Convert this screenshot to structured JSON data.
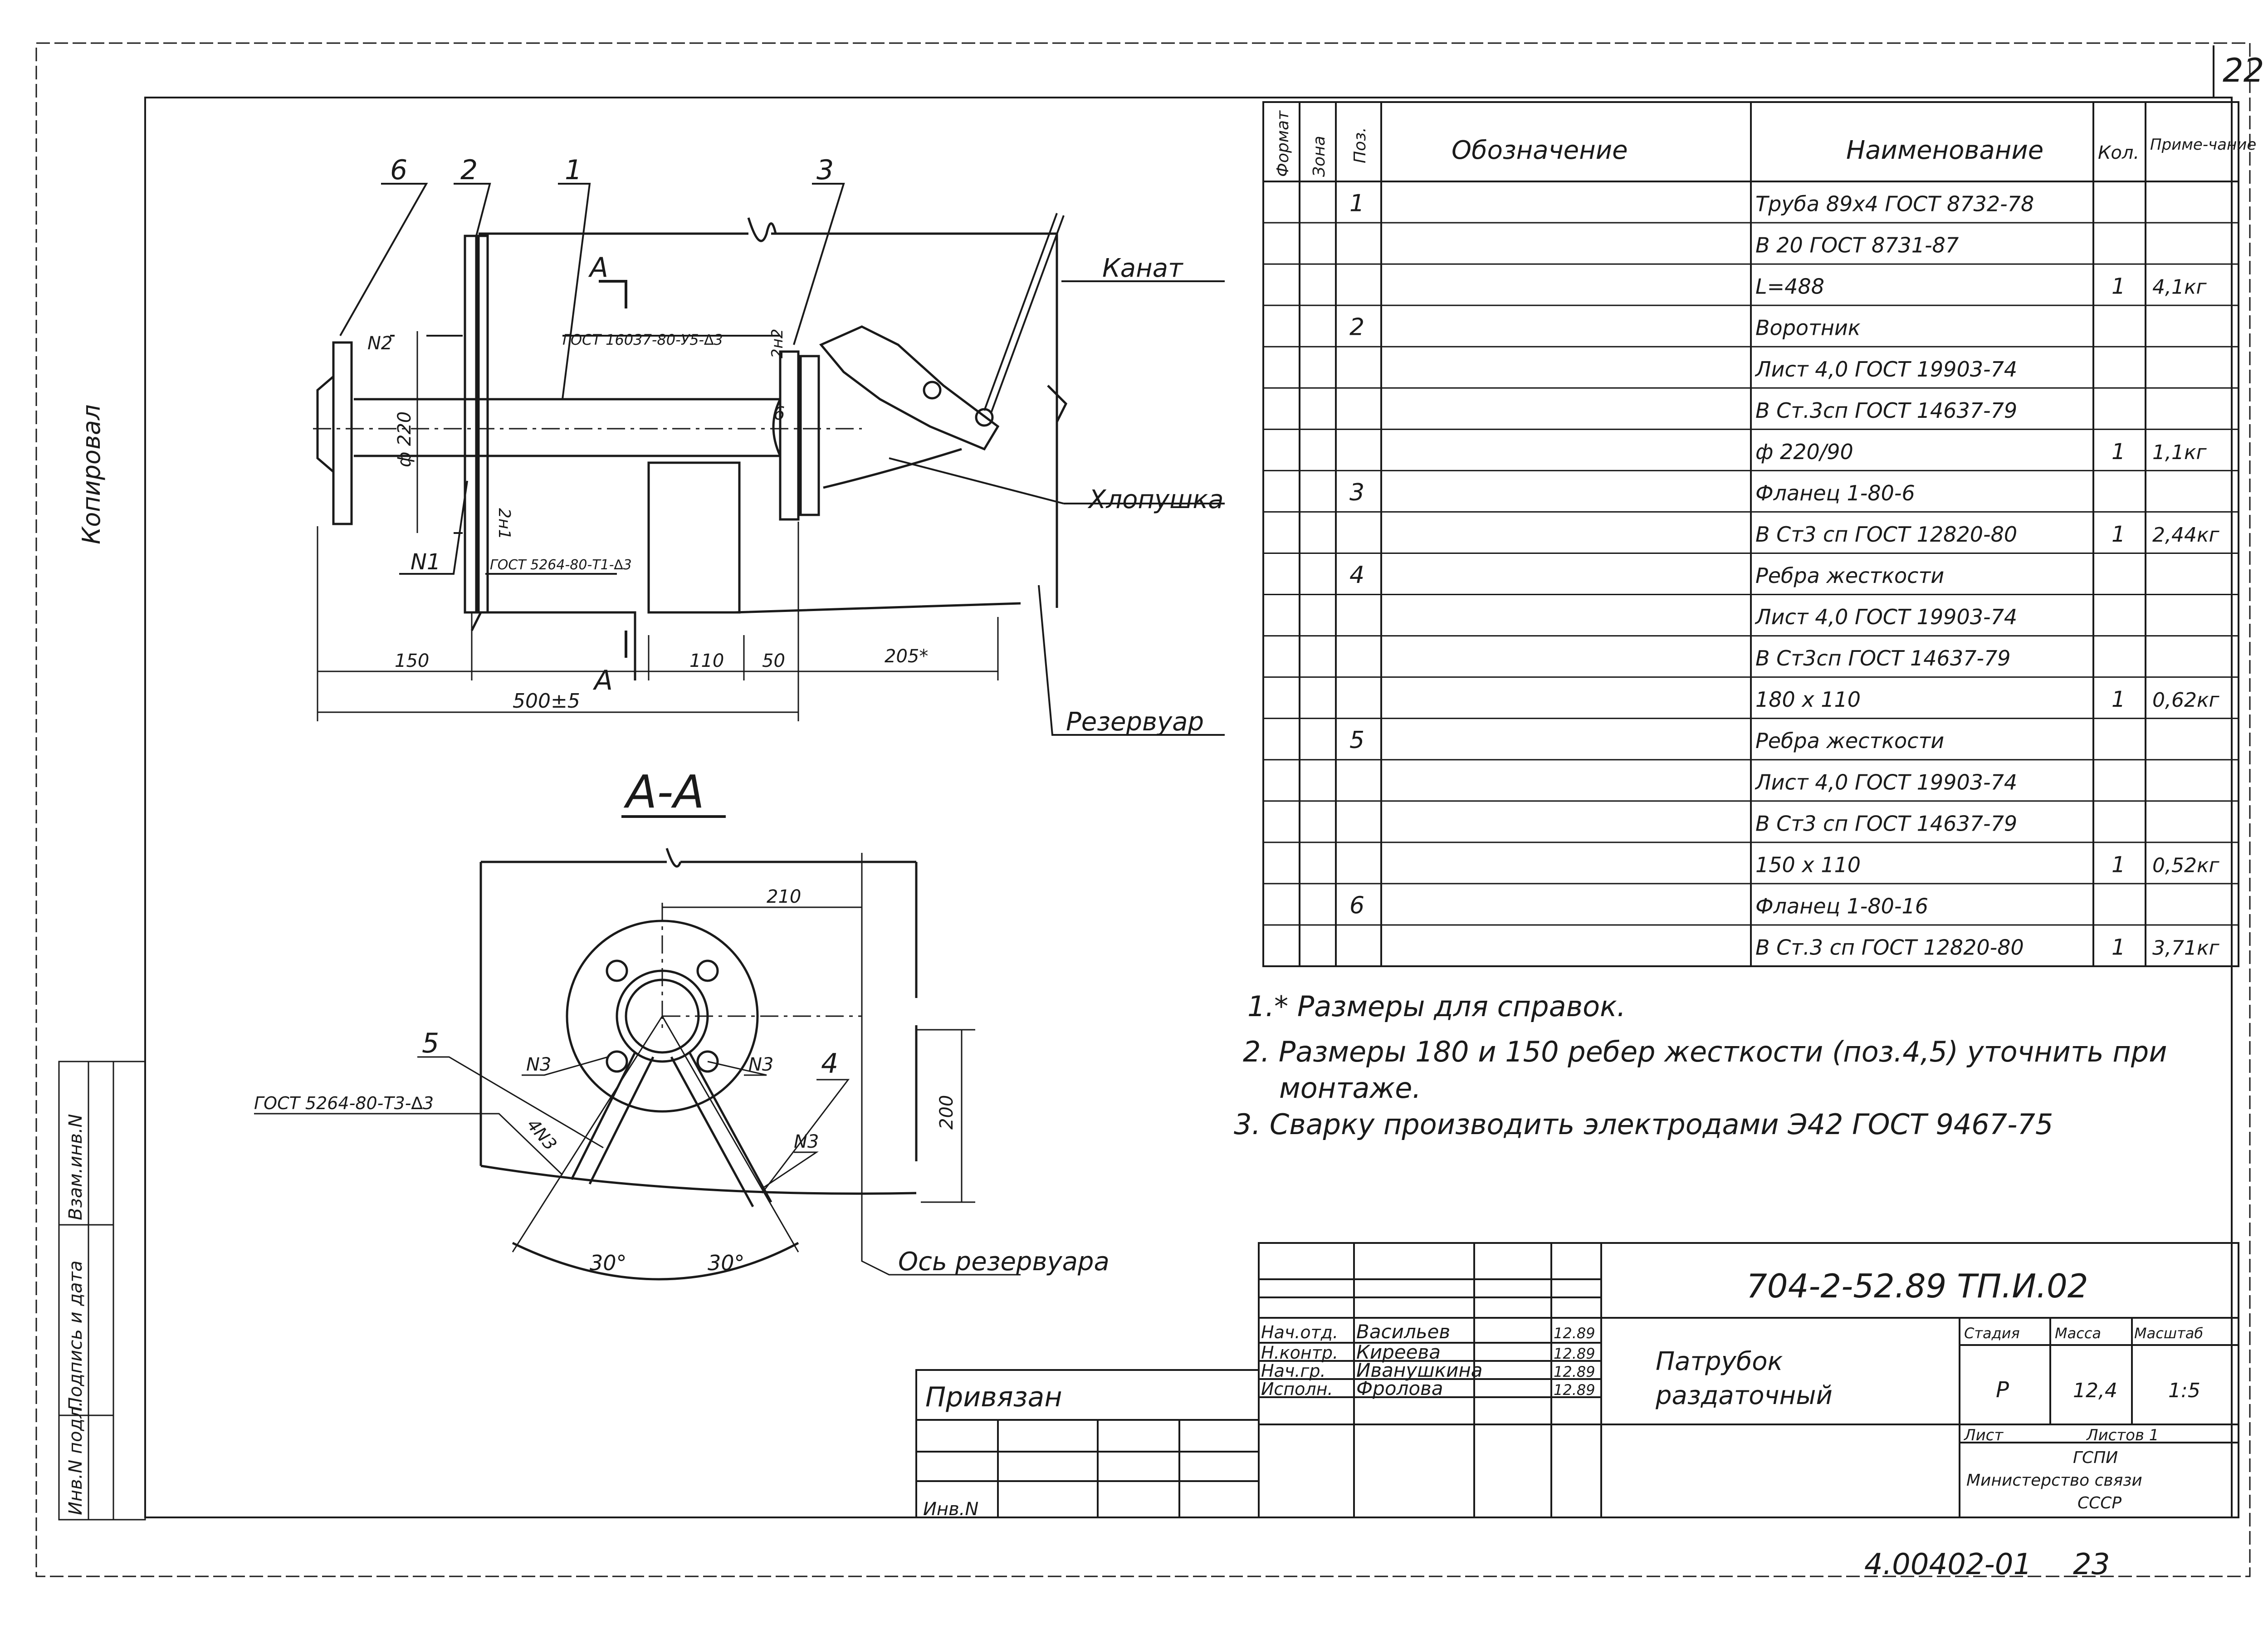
{
  "sheet_number_top": "22",
  "sheet_number_bottom": "23",
  "archive_number": "4.00402-01",
  "side_label_vertical": "Копировал",
  "drawing_labels": {
    "leaders": [
      "6",
      "2",
      "1",
      "3"
    ],
    "section_mark": "А",
    "gost_weld_1": "ГОСТ 16037-80-У5-∆3",
    "weld_2n2": "2н2",
    "weld_n2": "N2",
    "weld_2n1": "2н1",
    "weld_n1": "N1",
    "gost_weld_2": "ГОСТ 5264-80-Т1-∆3",
    "dia": "ф 220",
    "num_6": "6",
    "kanat": "Канат",
    "khlopushka": "Хлопушка",
    "rezervuar": "Резервуар",
    "dim_150": "150",
    "dim_110": "110",
    "dim_50": "50",
    "dim_205": "205*",
    "dim_500": "500±5",
    "section_title": "А-А",
    "dim_210": "210",
    "dim_200": "200",
    "label_5": "5",
    "label_4": "4",
    "n3a": "N3",
    "n3b": "N3",
    "n3c": "N3",
    "n3d": "4N3",
    "gost_weld_3": "ГОСТ 5264-80-Т3-∆3",
    "angle_a": "30°",
    "angle_b": "30°",
    "axis": "Ось резервуара"
  },
  "spec_table": {
    "headers": [
      "Формат",
      "Зона",
      "Поз.",
      "Обозначение",
      "Наименование",
      "Кол.",
      "Приме-чание"
    ],
    "rows": [
      {
        "pos": "1",
        "name": "Труба 89х4 ГОСТ 8732-78",
        "qty": "",
        "note": ""
      },
      {
        "pos": "",
        "name": "В 20 ГОСТ 8731-87",
        "qty": "",
        "note": ""
      },
      {
        "pos": "",
        "name": "L=488",
        "qty": "1",
        "note": "4,1кг"
      },
      {
        "pos": "2",
        "name": "Воротник",
        "qty": "",
        "note": ""
      },
      {
        "pos": "",
        "name": "Лист 4,0 ГОСТ 19903-74",
        "qty": "",
        "note": ""
      },
      {
        "pos": "",
        "name": "В Ст.3сп ГОСТ 14637-79",
        "qty": "",
        "note": ""
      },
      {
        "pos": "",
        "name": "ф 220/90",
        "qty": "1",
        "note": "1,1кг"
      },
      {
        "pos": "3",
        "name": "Фланец 1-80-6",
        "qty": "",
        "note": ""
      },
      {
        "pos": "",
        "name": "В Ст3 сп ГОСТ 12820-80",
        "qty": "1",
        "note": "2,44кг"
      },
      {
        "pos": "4",
        "name": "Ребра жесткости",
        "qty": "",
        "note": ""
      },
      {
        "pos": "",
        "name": "Лист 4,0 ГОСТ 19903-74",
        "qty": "",
        "note": ""
      },
      {
        "pos": "",
        "name": "В Ст3сп ГОСТ 14637-79",
        "qty": "",
        "note": ""
      },
      {
        "pos": "",
        "name": "180 х 110",
        "qty": "1",
        "note": "0,62кг"
      },
      {
        "pos": "5",
        "name": "Ребра жесткости",
        "qty": "",
        "note": ""
      },
      {
        "pos": "",
        "name": "Лист 4,0 ГОСТ 19903-74",
        "qty": "",
        "note": ""
      },
      {
        "pos": "",
        "name": "В Ст3 сп ГОСТ 14637-79",
        "qty": "",
        "note": ""
      },
      {
        "pos": "",
        "name": "150 х 110",
        "qty": "1",
        "note": "0,52кг"
      },
      {
        "pos": "6",
        "name": "Фланец 1-80-16",
        "qty": "",
        "note": ""
      },
      {
        "pos": "",
        "name": "В Ст.3 сп ГОСТ 12820-80",
        "qty": "1",
        "note": "3,71кг"
      }
    ]
  },
  "notes": [
    "1.* Размеры для справок.",
    "2. Размеры 180 и 150 ребер жесткости (поз.4,5) уточнить при",
    "монтаже.",
    "3. Сварку производить электродами Э42 ГОСТ 9467-75"
  ],
  "title_block": {
    "code": "704-2-52.89 ТП.И.02",
    "privyazan": "Привязан",
    "inv": "Инв.N",
    "people": [
      {
        "role": "Нач.отд.",
        "name": "Васильев",
        "date": "12.89"
      },
      {
        "role": "Н.контр.",
        "name": "Киреева",
        "date": "12.89"
      },
      {
        "role": "Нач.гр.",
        "name": "Иванушкина",
        "date": "12.89"
      },
      {
        "role": "Исполн.",
        "name": "Фролова",
        "date": "12.89"
      }
    ],
    "product": "Патрубок",
    "product2": "раздаточный",
    "stage_h": "Стадия",
    "mass_h": "Масса",
    "scale_h": "Масштаб",
    "stage": "Р",
    "mass": "12,4",
    "scale": "1:5",
    "sheet": "Лист",
    "sheets": "Листов 1",
    "org1": "ГСПИ",
    "org2": "Министерство связи",
    "org3": "СССР"
  },
  "left_strip": [
    "Инв.N подл.",
    "Подпись и дата",
    "Взам.инв.N"
  ]
}
